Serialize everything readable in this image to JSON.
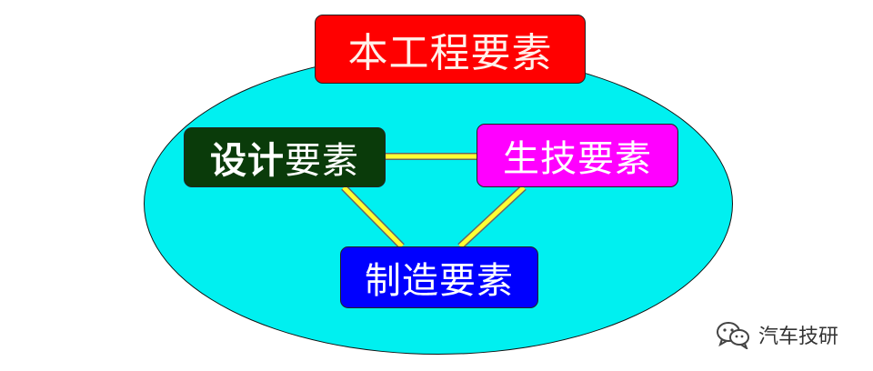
{
  "diagram": {
    "top_label": "本工程要素",
    "design": {
      "strong": "设计",
      "rest": "要素"
    },
    "production_tech_label": "生技要素",
    "manufacturing_label": "制造要素"
  },
  "colors": {
    "ellipse_fill": "#00f0f0",
    "top_box": "#ff0000",
    "design_box": "#0a3b0a",
    "production_box": "#ff00ff",
    "manufacturing_box": "#0000ff",
    "connector": "#ffff33"
  },
  "watermark": {
    "icon": "wechat-icon",
    "text": "汽车技研"
  }
}
